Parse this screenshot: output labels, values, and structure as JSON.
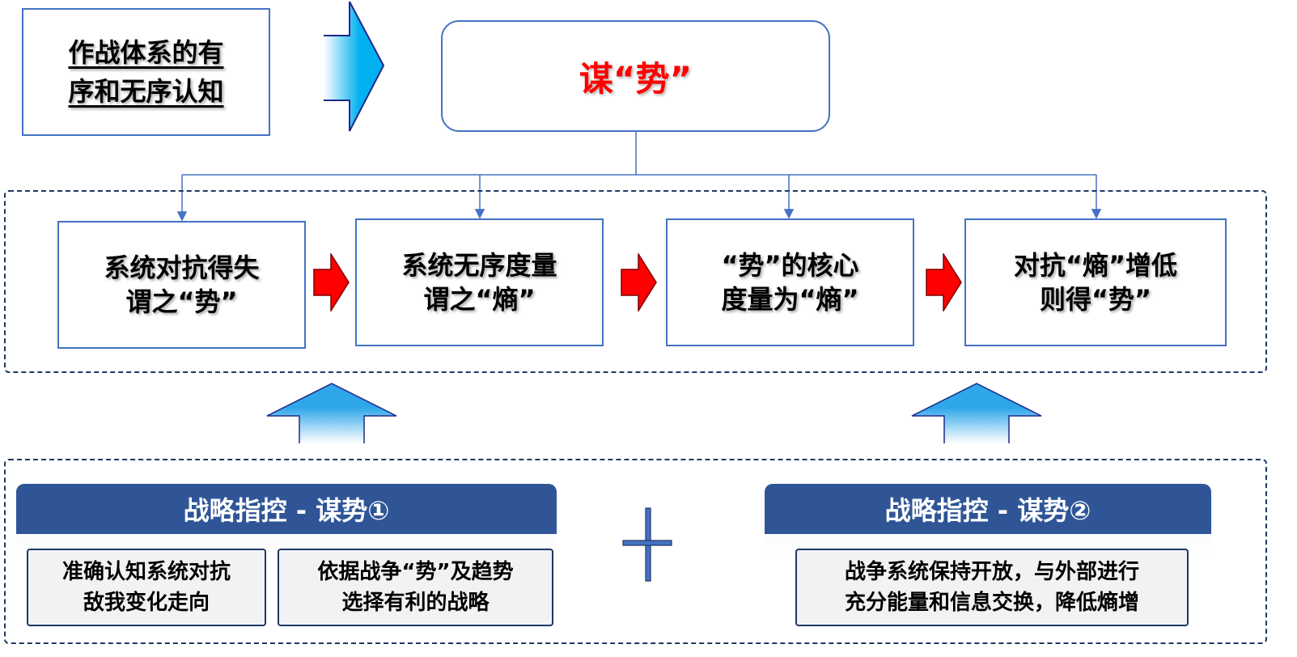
{
  "header": {
    "concept_line1": "作战体系的有",
    "concept_line2": "序和无序认知",
    "goal": "谋“势”"
  },
  "steps": [
    {
      "line1": "系统对抗得失",
      "line2": "谓之“势”"
    },
    {
      "line1": "系统无序度量",
      "line2": "谓之“熵”"
    },
    {
      "line1": "“势”的核心",
      "line2": "度量为“熵”"
    },
    {
      "line1": "对抗“熵”增低",
      "line2": "则得“势”"
    }
  ],
  "panels": [
    {
      "title": "战略指控 - 谋势①",
      "items": [
        {
          "line1": "准确认知系统对抗",
          "line2": "敌我变化走向"
        },
        {
          "line1": "依据战争“势”及趋势",
          "line2": "选择有利的战略"
        }
      ]
    },
    {
      "title": "战略指控 - 谋势②",
      "items": [
        {
          "line1": "战争系统保持开放，与外部进行",
          "line2": "充分能量和信息交换，降低熵增"
        }
      ]
    }
  ],
  "colors": {
    "border": "#4472c4",
    "header": "#2f5597",
    "red": "#ff0000",
    "arrow": "#00b0f0"
  }
}
